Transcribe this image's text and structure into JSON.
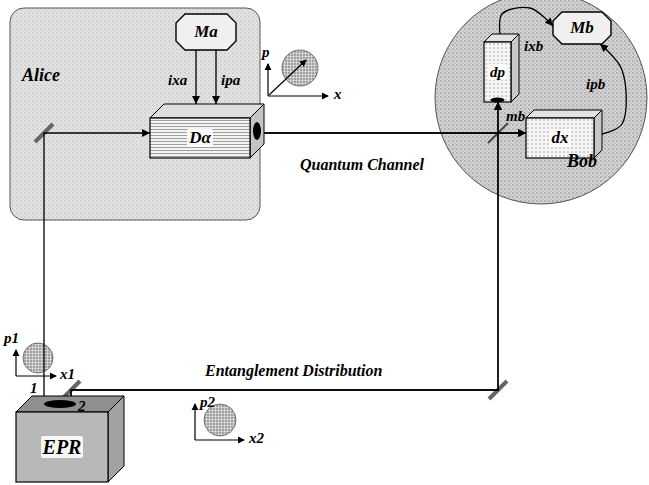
{
  "diagram": {
    "nodes": [
      {
        "text": [
          "Alice"
        ]
      },
      {
        "text": [
          "Ma"
        ],
        "in": 0
      },
      {
        "text": [
          "Dα"
        ],
        "in": 0
      },
      {
        "text": [
          "Bob"
        ]
      },
      {
        "text": [
          "dp"
        ],
        "in": 3
      },
      {
        "text": [
          "dx"
        ],
        "in": 3
      },
      {
        "text": [
          "Mb"
        ],
        "in": 3
      },
      {
        "text": [
          "EPR"
        ]
      }
    ],
    "edges": [
      {
        "from": 1,
        "to": 2,
        "arrow": "to",
        "label": "ixa"
      },
      {
        "from": 1,
        "to": 2,
        "arrow": "to",
        "label": "ipa"
      },
      {
        "from": 7,
        "to": 2,
        "arrow": "to"
      },
      {
        "from": 2,
        "to": 5,
        "arrow": "to",
        "label": "Quantum Channel"
      },
      {
        "from": 2,
        "to": 4,
        "arrow": "to"
      },
      {
        "from": 7,
        "to": 4,
        "arrow": "to",
        "label": "Entanglement Distribution"
      },
      {
        "from": 7,
        "to": 5,
        "arrow": "to"
      },
      {
        "from": 4,
        "to": 6,
        "arrow": "to",
        "label": "ixb"
      },
      {
        "from": 5,
        "to": 6,
        "arrow": "to",
        "label": "ipb"
      }
    ],
    "labels": [
      "p",
      "x",
      "1",
      "2",
      "p1",
      "x1",
      "p2",
      "x2",
      "mb"
    ]
  }
}
